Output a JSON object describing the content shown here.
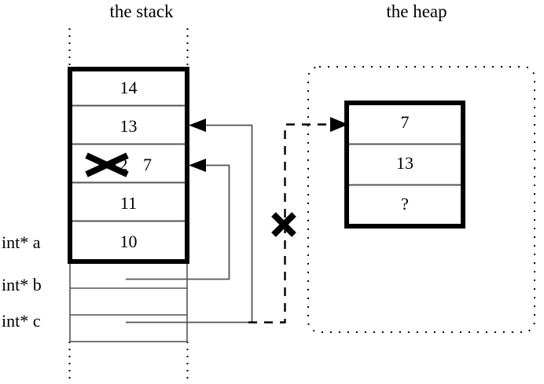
{
  "diagram": {
    "title_stack": "the stack",
    "title_heap": "the heap",
    "stack": {
      "frame_cells": [
        {
          "value": "14",
          "struck": false
        },
        {
          "value": "13",
          "struck": false
        },
        {
          "value": "12",
          "struck": true,
          "replacement": "7"
        },
        {
          "value": "11",
          "struck": false
        },
        {
          "value": "10",
          "struck": false
        }
      ],
      "pointer_rows": [
        {
          "label": "int* a",
          "value": ""
        },
        {
          "label": "int* b",
          "value": ""
        },
        {
          "label": "int* c",
          "value": ""
        }
      ]
    },
    "heap": {
      "cells": [
        {
          "value": "7"
        },
        {
          "value": "13"
        },
        {
          "value": "?"
        }
      ]
    },
    "marks": {
      "cross_heap_link": "x-cross-mark",
      "cross_cell_value": "x-cross-mark"
    },
    "colors": {
      "ink": "#000000",
      "thin_line": "#555555",
      "background": "#ffffff"
    }
  }
}
